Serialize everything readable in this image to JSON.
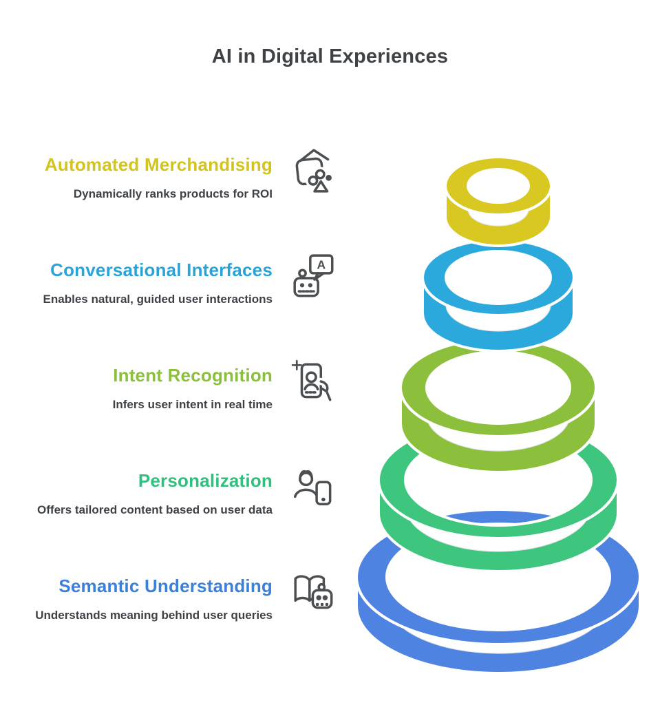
{
  "page": {
    "title": "AI in Digital Experiences",
    "title_color": "#3e4247",
    "background": "#ffffff"
  },
  "features": [
    {
      "title": "Automated Merchandising",
      "description": "Dynamically ranks products for ROI",
      "accent": "#d3c31e",
      "icon": "shopping-basket"
    },
    {
      "title": "Conversational Interfaces",
      "description": "Enables natural, guided user interactions",
      "accent": "#2aa4d8",
      "icon": "robot-chat",
      "bubble_letter": "A"
    },
    {
      "title": "Intent Recognition",
      "description": "Infers user intent in real time",
      "accent": "#8cbf3c",
      "icon": "intent-phone"
    },
    {
      "title": "Personalization",
      "description": "Offers tailored content based on user data",
      "accent": "#2fc07e",
      "icon": "person-device"
    },
    {
      "title": "Semantic Understanding",
      "description": "Understands meaning behind user queries",
      "accent": "#3d80d8",
      "icon": "book-robot"
    }
  ],
  "pyramid": {
    "description": "Five stacked 3D rings, smallest on top, matching the feature colors top to bottom",
    "rings": [
      {
        "level": 1,
        "color": "#d9c822"
      },
      {
        "level": 2,
        "color": "#2ba8dc"
      },
      {
        "level": 3,
        "color": "#8cc03c"
      },
      {
        "level": 4,
        "color": "#3ec57e"
      },
      {
        "level": 5,
        "color": "#4f83e1"
      }
    ]
  }
}
